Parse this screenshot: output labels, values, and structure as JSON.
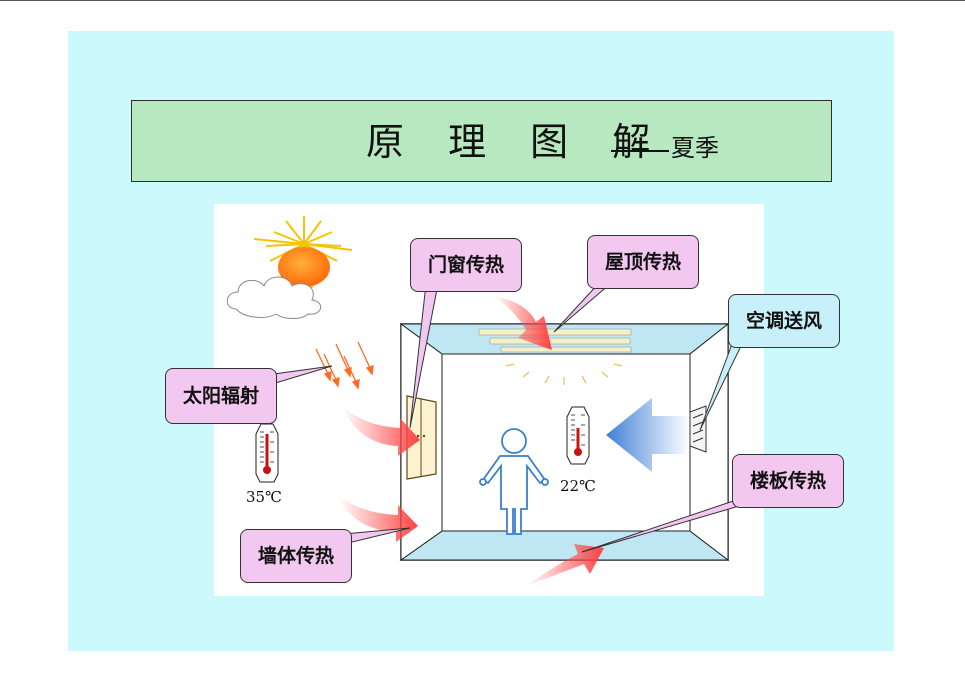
{
  "title": {
    "main": "原 理 图 解",
    "sub": "夏季"
  },
  "callouts": {
    "solar": "太阳辐射",
    "window": "门窗传热",
    "roof": "屋顶传热",
    "ac": "空调送风",
    "floor": "楼板传热",
    "wall": "墙体传热"
  },
  "temperatures": {
    "outdoor": "35℃",
    "indoor": "22℃"
  },
  "colors": {
    "slide_bg": "#ccfafc",
    "title_bg": "#b8e8bf",
    "callout_pink": "#f2c7f0",
    "callout_cyan": "#c8f0fb",
    "sun": "#ff7a14",
    "heat_arrow": "#ff5050",
    "cool_arrow": "#4a86d8",
    "thermometer_red": "#cc1111"
  },
  "icons": [
    "sun-icon",
    "cloud-icon",
    "thermometer-icon",
    "person-icon",
    "ac-unit-icon",
    "window-icon"
  ]
}
